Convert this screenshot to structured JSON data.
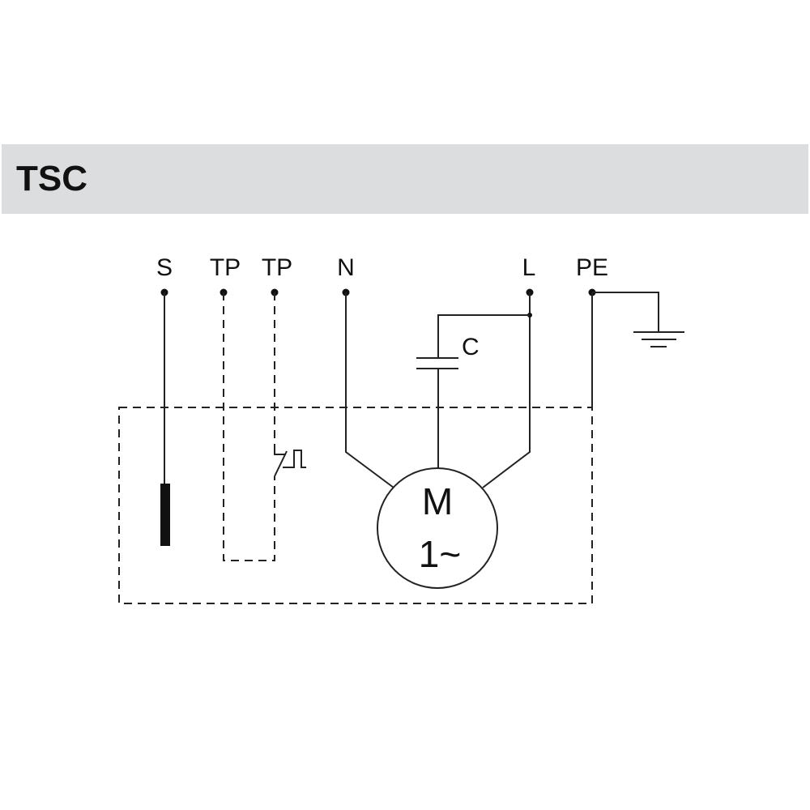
{
  "title": "TSC",
  "terminals": {
    "s": "S",
    "tp1": "TP",
    "tp2": "TP",
    "n": "N",
    "l": "L",
    "pe": "PE"
  },
  "capacitor_label": "C",
  "motor": {
    "line1": "M",
    "line2": "1~"
  },
  "colors": {
    "header_bg": "#dcdddf",
    "line": "#222222",
    "text": "#111111"
  }
}
